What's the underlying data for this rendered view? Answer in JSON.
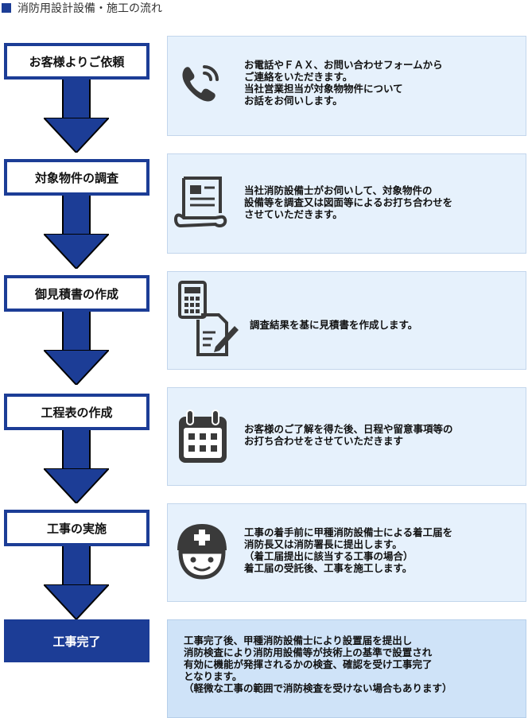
{
  "page": {
    "title": "消防用設計設備・施工の流れ"
  },
  "steps": [
    {
      "label": "お客様よりご依頼",
      "icon": "phone-icon",
      "lines": [
        "お電話やＦＡＸ、お問い合わせフォームから",
        "ご連絡をいただきます。",
        "当社営業担当が対象物物件について",
        "お話をお伺いします。"
      ]
    },
    {
      "label": "対象物件の調査",
      "icon": "document-scroll-icon",
      "lines": [
        "当社消防設備士がお伺いして、対象物件の",
        "設備等を調査又は図面等によるお打ち合わせを",
        "させていただきます。"
      ]
    },
    {
      "label": "御見積書の作成",
      "icon": "calculator-document-icon",
      "lines": [
        "調査結果を基に見積書を作成します。"
      ]
    },
    {
      "label": "工程表の作成",
      "icon": "calendar-icon",
      "lines": [
        "お客様のご了解を得た後、日程や留意事項等の",
        "お打ち合わせをさせていただきます"
      ]
    },
    {
      "label": "工事の実施",
      "icon": "hard-hat-worker-icon",
      "lines": [
        "工事の着手前に甲種消防設備士による着工届を",
        "消防長又は消防署長に提出します。",
        "（着工届提出に該当する工事の場合）",
        "着工届の受託後、工事を施工します。"
      ]
    },
    {
      "label": "工事完了",
      "icon": "",
      "lines": [
        "工事完了後、甲種消防設備士により設置届を提出し",
        "消防検査により消防用設備等が技術上の基準で設置され",
        "有効に機能が発揮されるかの検査、確認を受け工事完了",
        "となります。",
        "（軽微な工事の範囲で消防検査を受けない場合もあります）"
      ]
    }
  ],
  "colors": {
    "accent": "#1c3d96",
    "panel_bg": "#e6f1fc",
    "panel_final_bg": "#cfe3f8",
    "icon": "#3a3a3a"
  }
}
